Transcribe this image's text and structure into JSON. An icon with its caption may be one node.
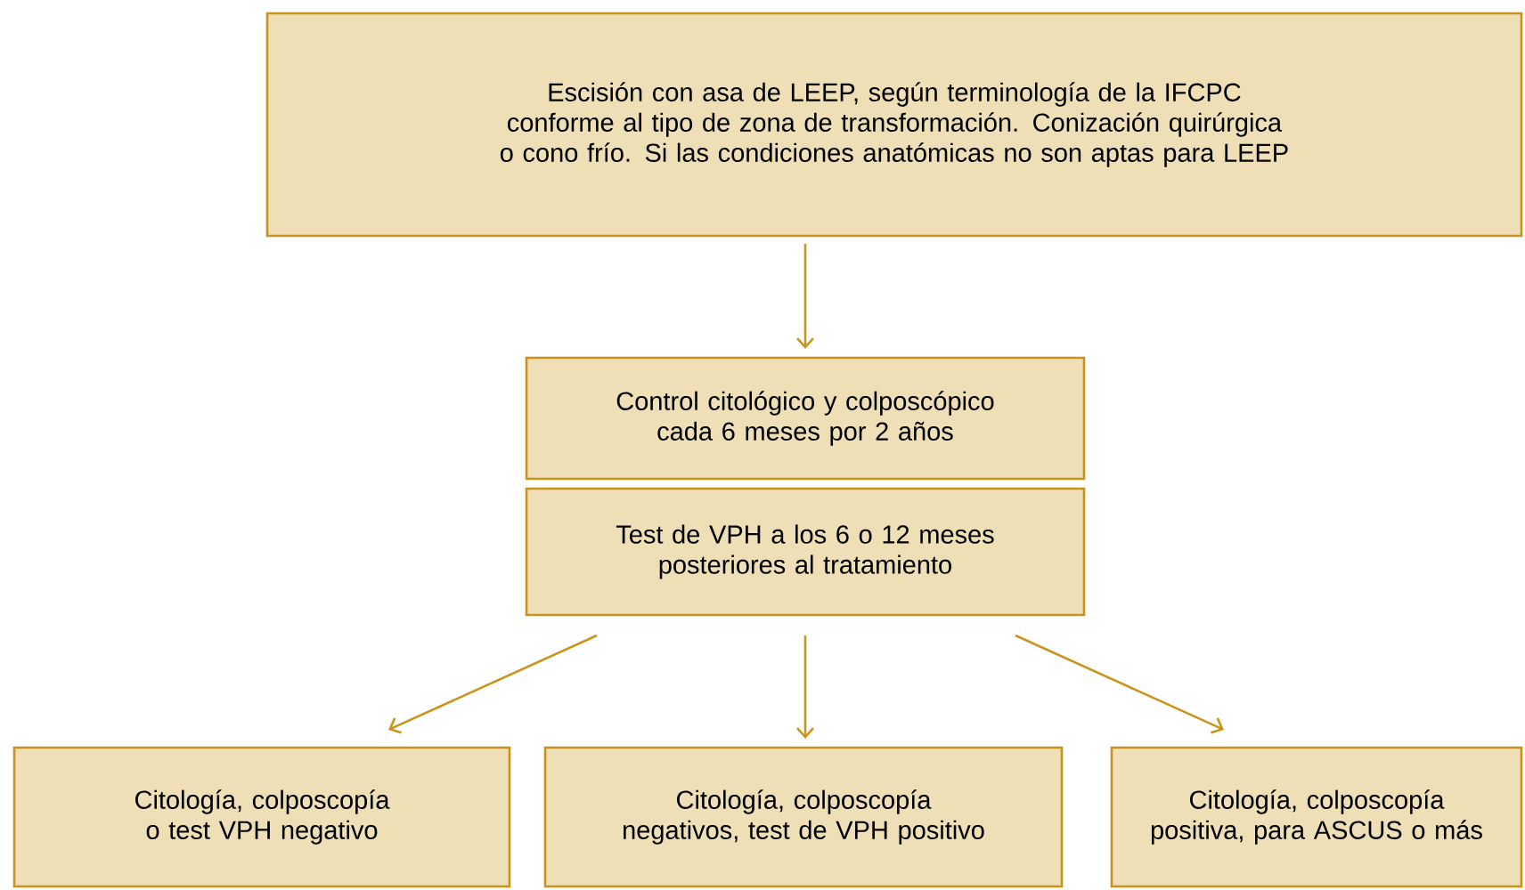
{
  "diagram": {
    "nodes": [
      {
        "text": [
          "Escisión con asa de LEEP, según terminología de la IFCPC conforme al tipo de zona de transformación. Conización quirúrgica o cono frío. Si las condiciones anatómicas no son aptas para LEEP"
        ]
      },
      {
        "text": [
          "Control citológico y colposcópico cada 6 meses por 2 años"
        ]
      },
      {
        "text": [
          "Test de VPH a los 6 o 12 meses posteriores al tratamiento"
        ]
      },
      {
        "text": [
          "Citología, colposcopía o test VPH negativo"
        ]
      },
      {
        "text": [
          "Citología, colposcopía negativos, test de VPH positivo"
        ]
      },
      {
        "text": [
          "Citología, colposcopía positiva, para ASCUS o más"
        ]
      }
    ],
    "edges": [
      {
        "from": 0,
        "to": 1,
        "arrow": "to"
      },
      {
        "from": 2,
        "to": 3,
        "arrow": "to"
      },
      {
        "from": 2,
        "to": 4,
        "arrow": "to"
      },
      {
        "from": 2,
        "to": 5,
        "arrow": "to"
      }
    ]
  }
}
